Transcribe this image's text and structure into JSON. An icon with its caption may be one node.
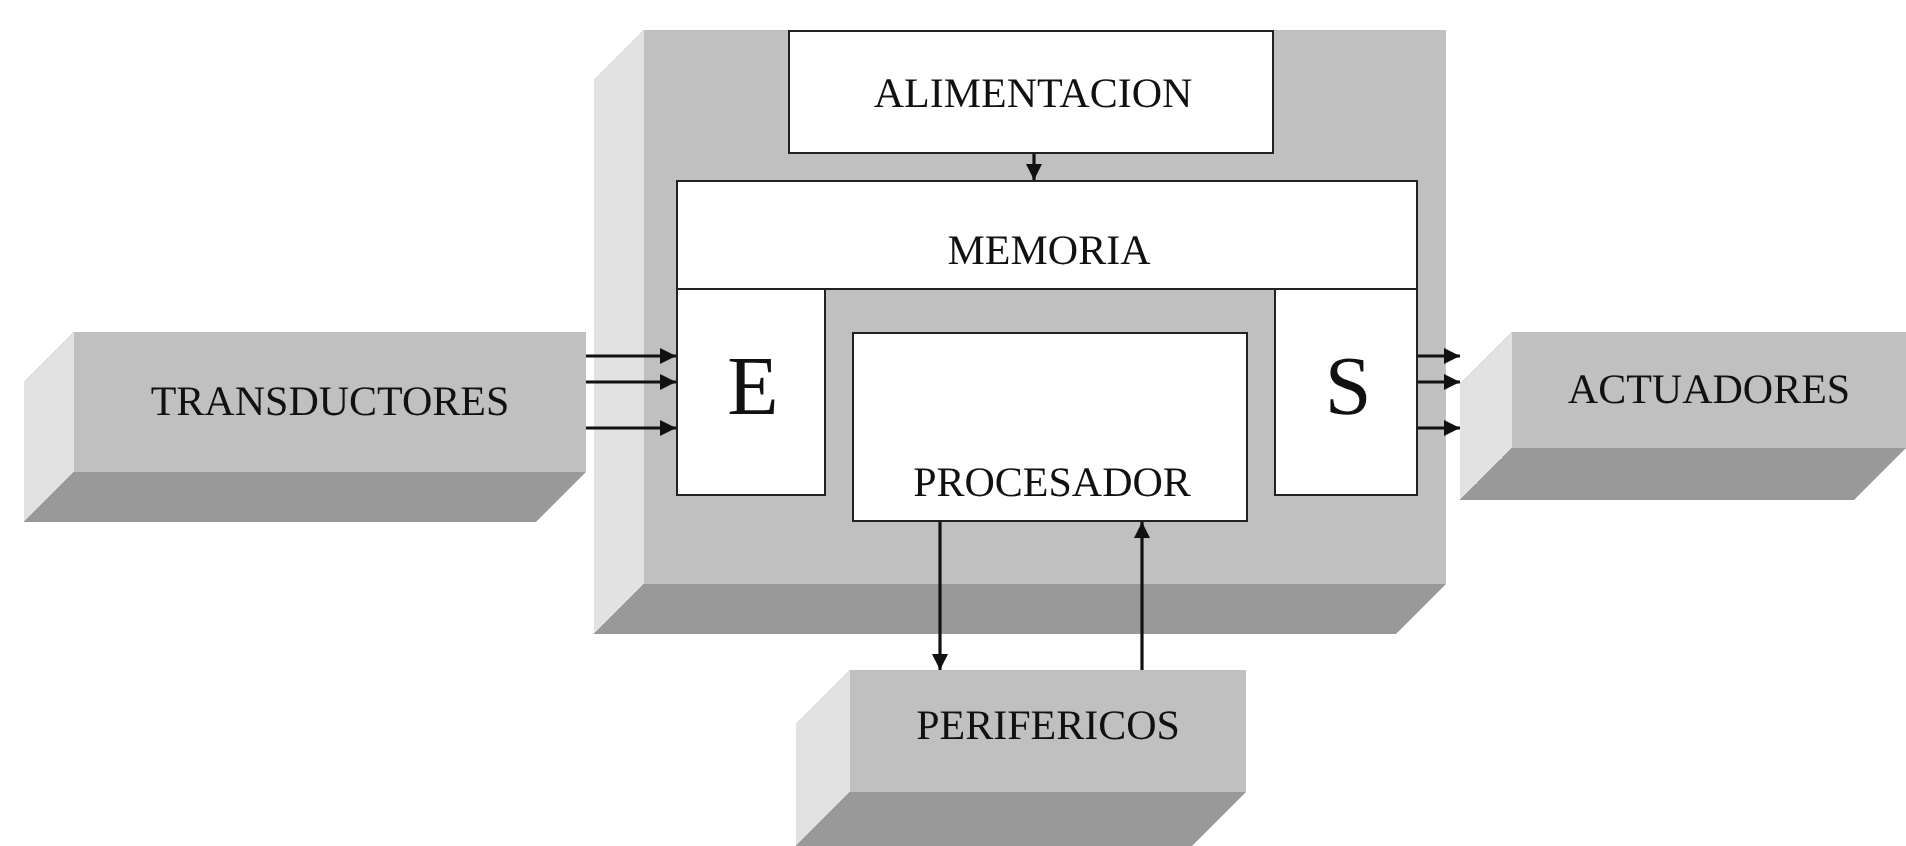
{
  "diagram": {
    "nodes": [
      {
        "text": [],
        "shape": "box"
      },
      {
        "text": [
          "ALIMENTACION"
        ],
        "in": 0
      },
      {
        "text": [
          "MEMORIA"
        ],
        "in": 0
      },
      {
        "text": [
          "TRANSDUCTORES"
        ]
      },
      {
        "text": [
          "E"
        ],
        "in": 0
      },
      {
        "text": [
          "PROCESADOR"
        ],
        "in": 0
      },
      {
        "text": [
          "S"
        ],
        "in": 0
      },
      {
        "text": [
          "ACTUADORES"
        ]
      },
      {
        "text": [
          "PERIFERICOS"
        ]
      }
    ],
    "edges": [
      {
        "from": 1,
        "to": 2,
        "arrow": "to"
      },
      {
        "from": 3,
        "to": 4,
        "arrow": "to"
      },
      {
        "from": 3,
        "to": 4,
        "arrow": "to"
      },
      {
        "from": 3,
        "to": 4,
        "arrow": "to"
      },
      {
        "from": 6,
        "to": 7,
        "arrow": "to"
      },
      {
        "from": 6,
        "to": 7,
        "arrow": "to"
      },
      {
        "from": 6,
        "to": 7,
        "arrow": "to"
      },
      {
        "from": 5,
        "to": 8,
        "arrow": "to"
      },
      {
        "from": 8,
        "to": 5,
        "arrow": "to"
      }
    ]
  }
}
